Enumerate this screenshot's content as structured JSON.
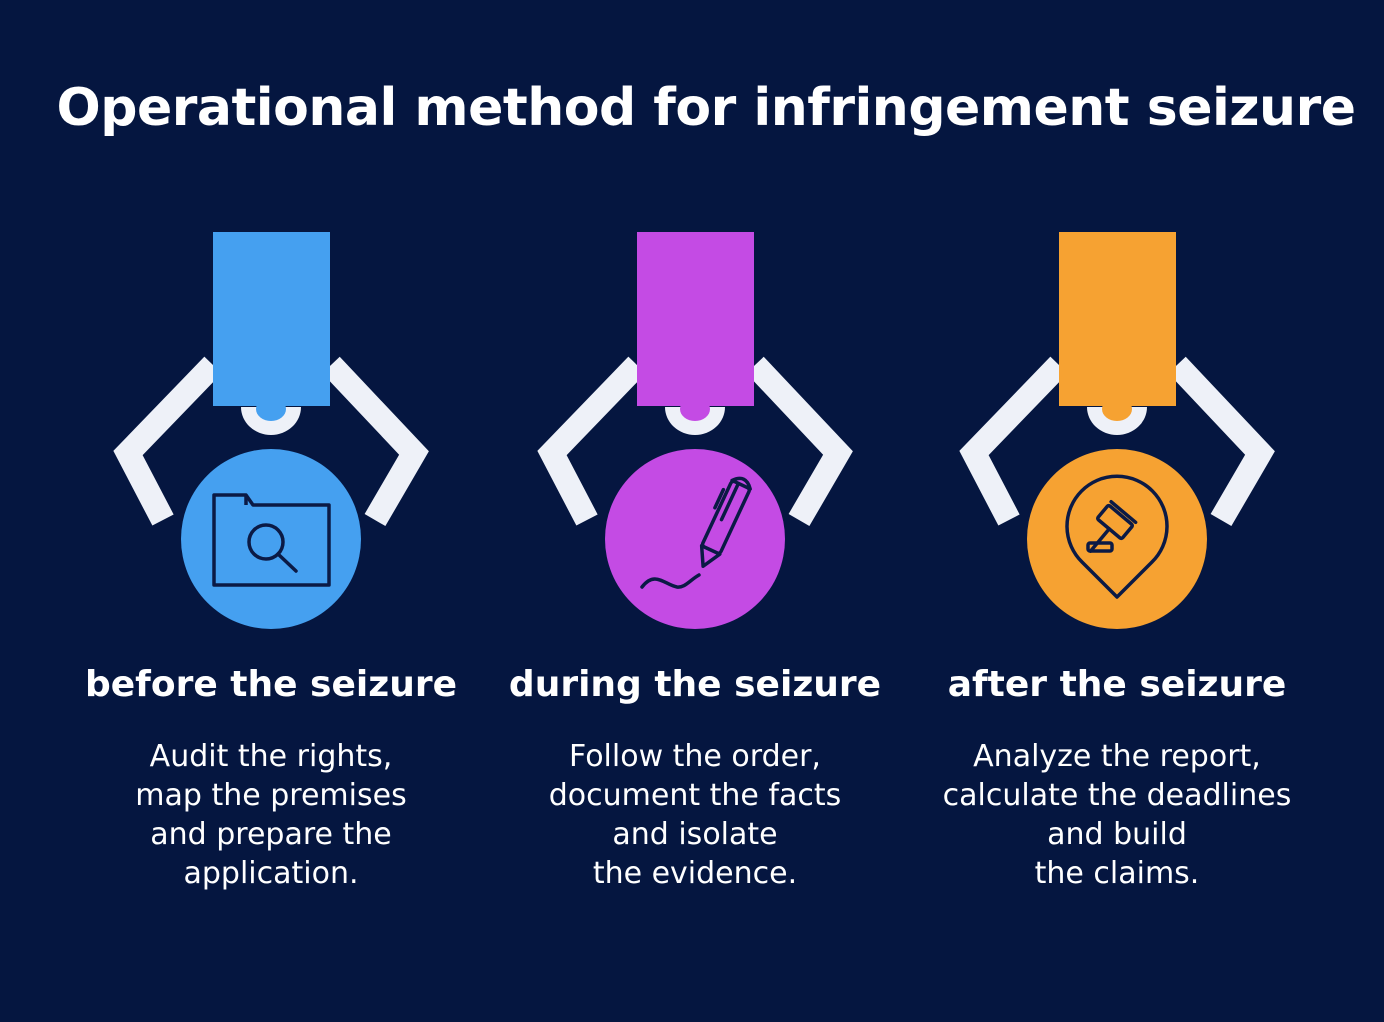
{
  "title": "Operational method for infringement seizure",
  "colors": {
    "background": "#051640",
    "claw": "#eef1f8",
    "before": "#45a0f0",
    "during": "#c44be4",
    "after": "#f6a232",
    "icon_stroke": "#0b1a45"
  },
  "steps": [
    {
      "title": "before the seizure",
      "icon": "folder-search-icon",
      "lines": [
        "Audit the rights,",
        "map the premises",
        "and prepare the",
        "application."
      ]
    },
    {
      "title": "during the seizure",
      "icon": "pen-signature-icon",
      "lines": [
        "Follow the order,",
        "document the facts",
        "and isolate",
        "the evidence."
      ]
    },
    {
      "title": "after the seizure",
      "icon": "gavel-pin-icon",
      "lines": [
        "Analyze the report,",
        "calculate the deadlines",
        "and build",
        "the claims."
      ]
    }
  ]
}
